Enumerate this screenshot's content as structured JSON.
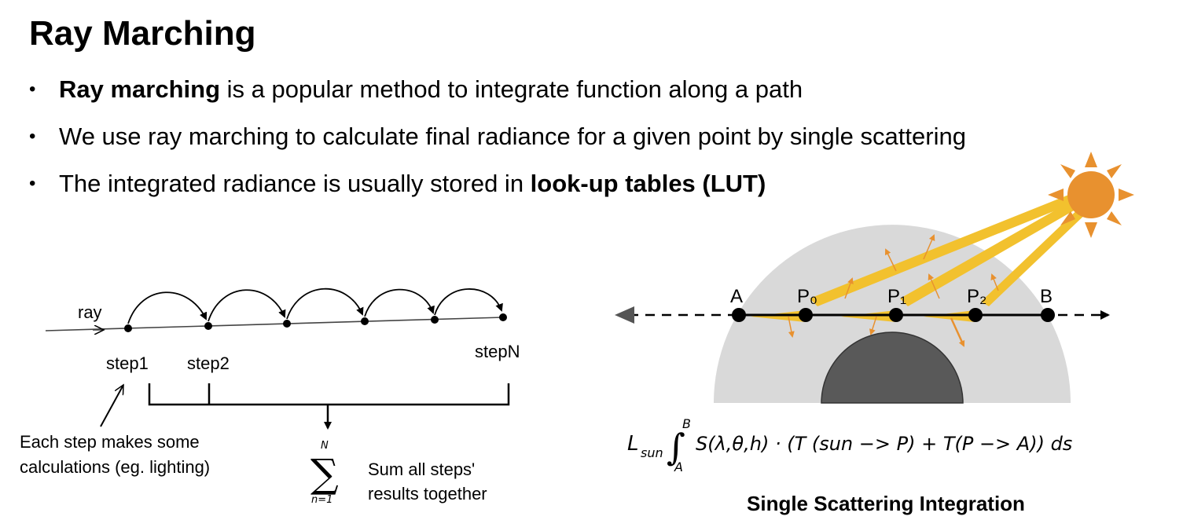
{
  "title": "Ray Marching",
  "bullets": [
    {
      "bold_lead": "Ray marching",
      "text": " is a popular method to integrate function along a path",
      "text_pre": "",
      "bold_tail": ""
    },
    {
      "bold_lead": "",
      "text": "We use ray marching to calculate final radiance for a given point by single scattering",
      "text_pre": "",
      "bold_tail": ""
    },
    {
      "bold_lead": "",
      "text_pre": "The integrated radiance is usually stored in ",
      "bold_tail": "look-up tables (LUT)",
      "text": ""
    }
  ],
  "bullet_glyph": "•",
  "left_diagram": {
    "ray_label": "ray",
    "step_labels": [
      "step1",
      "step2",
      "stepN"
    ],
    "each_step_note_line1": "Each step makes some",
    "each_step_note_line2": "calculations (eg. lighting)",
    "sum_upper": "N",
    "sum_symbol": "∑",
    "sum_lower": "n=1",
    "sum_note_line1": "Sum all steps'",
    "sum_note_line2": "results together"
  },
  "right_diagram": {
    "point_labels": [
      "A",
      "P₀",
      "P₁",
      "P₂",
      "B"
    ],
    "formula": "L_sun ∫_A^B S(λ,θ,h)·(T(sun −> P) + T(P −> A)) ds",
    "formula_parts": {
      "L": "L",
      "sun_sub": "sun",
      "integral": "∫",
      "upper": "B",
      "lower": "A",
      "body": "S(λ,θ,h) · (T (sun −> P) + T(P −> A)) ds"
    },
    "caption": "Single Scattering Integration",
    "colors": {
      "atmosphere": "#d9d9d9",
      "planet": "#595959",
      "sun": "#e8912f",
      "light": "#f2c12e",
      "scatter": "#e8912f"
    }
  }
}
